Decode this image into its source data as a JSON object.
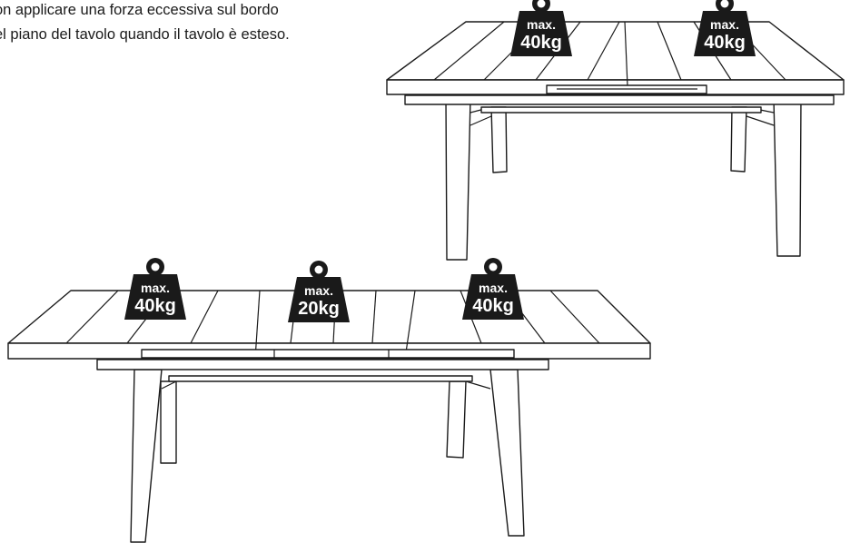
{
  "caption": {
    "line1": "on applicare una forza eccessiva sul bordo",
    "line2": "el piano del tavolo quando il tavolo è esteso."
  },
  "colors": {
    "ink": "#1a1a1a",
    "background": "#ffffff",
    "weight_text": "#ffffff"
  },
  "weights": {
    "closed_left": {
      "label_top": "max.",
      "label_bottom": "40kg"
    },
    "closed_right": {
      "label_top": "max.",
      "label_bottom": "40kg"
    },
    "open_left": {
      "label_top": "max.",
      "label_bottom": "40kg"
    },
    "open_center": {
      "label_top": "max.",
      "label_bottom": "20kg"
    },
    "open_right": {
      "label_top": "max.",
      "label_bottom": "40kg"
    }
  },
  "icons": [
    "weight-icon"
  ]
}
